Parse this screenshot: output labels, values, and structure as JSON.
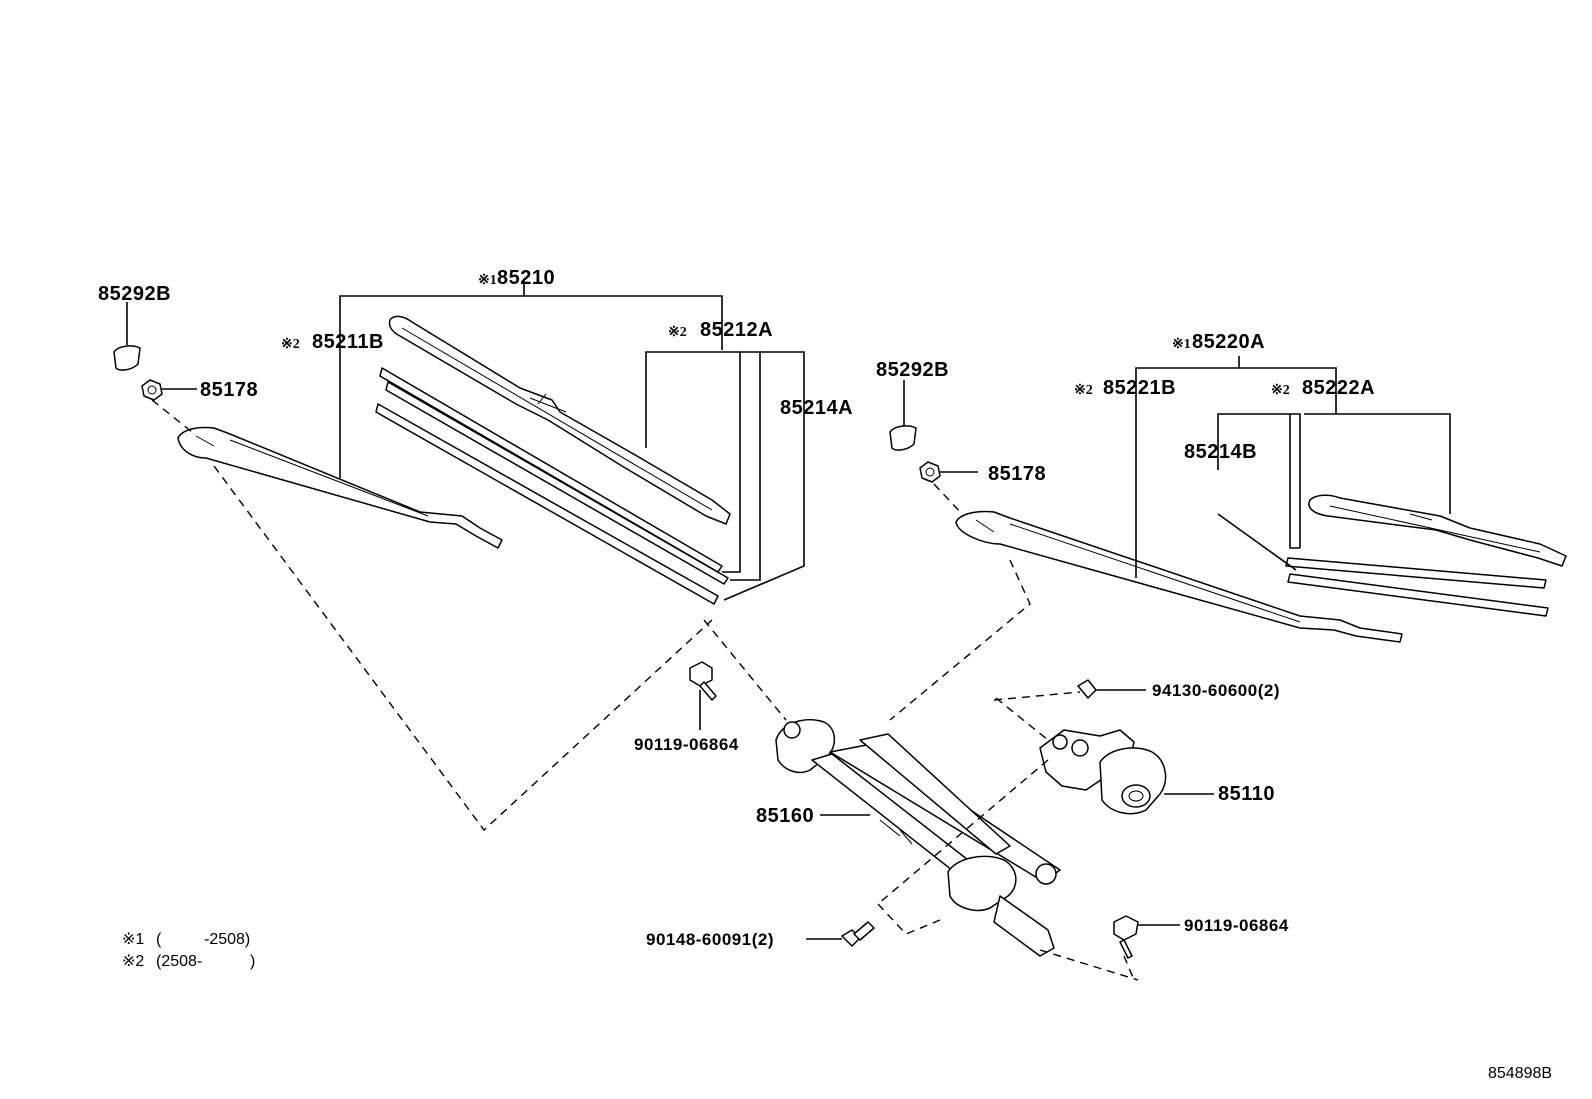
{
  "labels": {
    "cap_left": "85292B",
    "nut_left": "85178",
    "blade_left_mark": "※1",
    "blade_left": "85210",
    "refill_left_b_mark": "※2",
    "refill_left_b": "85211B",
    "refill_left_a_mark": "※2",
    "refill_left_a": "85212A",
    "rubber_left": "85214A",
    "cap_right": "85292B",
    "nut_right": "85178",
    "blade_right_mark": "※1",
    "blade_right": "85220A",
    "refill_right_b_mark": "※2",
    "refill_right_b": "85221B",
    "refill_right_a_mark": "※2",
    "refill_right_a": "85222A",
    "rubber_right": "85214B",
    "grommet": "94130-60600(2)",
    "motor": "85110",
    "bolt_link": "90119-06864",
    "link": "85160",
    "bolt_bottom": "90148-60091(2)",
    "bolt_motor": "90119-06864",
    "drawing_no": "854898B"
  },
  "notes": {
    "note1_mark": "※1",
    "note1_open": "(",
    "note1_range": "-2508)",
    "note2_mark": "※2",
    "note2_range": "(2508-",
    "note2_close": ")"
  }
}
